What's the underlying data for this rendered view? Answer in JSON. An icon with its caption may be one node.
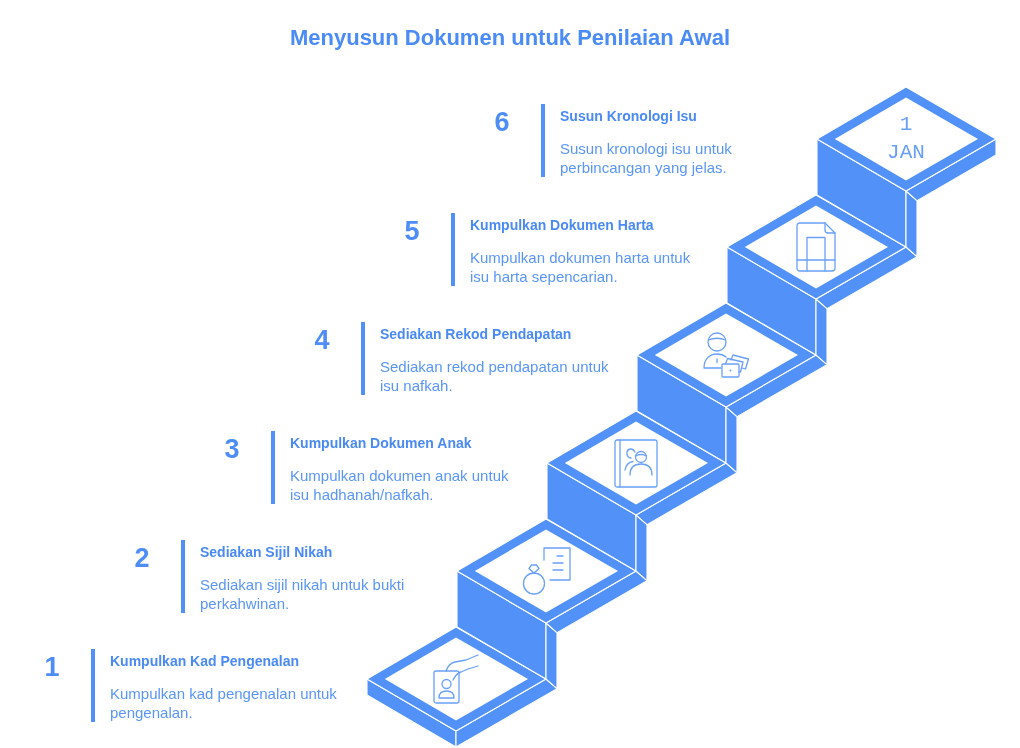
{
  "diagram": {
    "title": "Menyusun Dokumen untuk Penilaian Awal",
    "nodes": [
      {
        "text": [
          "Kumpulkan Kad Pengenalan",
          "Kumpulkan kad pengenalan untuk pengenalan."
        ],
        "beside": [
          "1"
        ]
      },
      {
        "text": [
          "Sediakan Sijil Nikah",
          "Sediakan sijil nikah untuk bukti perkahwinan."
        ],
        "beside": [
          "2"
        ]
      },
      {
        "text": [
          "Kumpulkan Dokumen Anak",
          "Kumpulkan dokumen anak untuk isu hadhanah/nafkah."
        ],
        "beside": [
          "3"
        ]
      },
      {
        "text": [
          "Sediakan Rekod Pendapatan",
          "Sediakan rekod pendapatan untuk isu nafkah."
        ],
        "beside": [
          "4"
        ]
      },
      {
        "text": [
          "Kumpulkan Dokumen Harta",
          "Kumpulkan dokumen harta untuk isu harta sepencarian."
        ],
        "beside": [
          "5"
        ]
      },
      {
        "text": [
          "Susun Kronologi Isu",
          "Susun kronologi isu untuk perbincangan yang jelas."
        ],
        "beside": [
          "6"
        ]
      }
    ],
    "labels": [
      "1 JAN"
    ]
  }
}
